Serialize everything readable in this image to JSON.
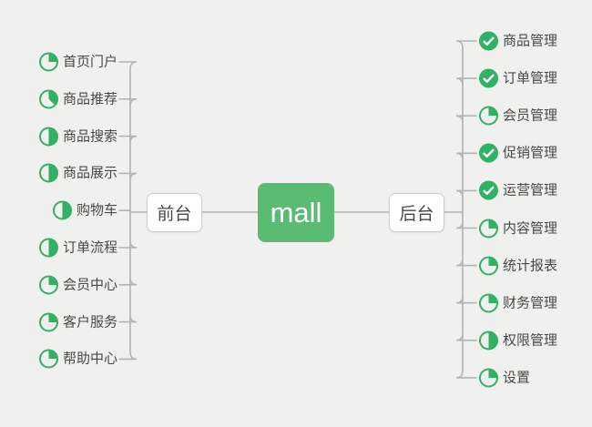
{
  "background": "#f0f0ee",
  "colors": {
    "root_bg": "#5abb73",
    "root_text": "#ffffff",
    "marker_green": "#31b163",
    "line_gray": "#b3b3b3",
    "text_dark": "#484848",
    "node_bg": "#ffffff",
    "node_border": "#cccccc"
  },
  "markers": {
    "quarter": 0.25,
    "three_oct": 0.375,
    "half": 0.5,
    "done": 1
  },
  "root": {
    "label": "mall"
  },
  "frontend": {
    "label": "前台",
    "items": [
      {
        "label": "首页门户",
        "marker": "quarter"
      },
      {
        "label": "商品推荐",
        "marker": "three_oct"
      },
      {
        "label": "商品搜索",
        "marker": "half"
      },
      {
        "label": "商品展示",
        "marker": "half"
      },
      {
        "label": "购物车",
        "marker": "half"
      },
      {
        "label": "订单流程",
        "marker": "half"
      },
      {
        "label": "会员中心",
        "marker": "quarter"
      },
      {
        "label": "客户服务",
        "marker": "quarter"
      },
      {
        "label": "帮助中心",
        "marker": "quarter"
      }
    ]
  },
  "backend": {
    "label": "后台",
    "items": [
      {
        "label": "商品管理",
        "marker": "done"
      },
      {
        "label": "订单管理",
        "marker": "done"
      },
      {
        "label": "会员管理",
        "marker": "quarter"
      },
      {
        "label": "促销管理",
        "marker": "done"
      },
      {
        "label": "运营管理",
        "marker": "done"
      },
      {
        "label": "内容管理",
        "marker": "quarter"
      },
      {
        "label": "统计报表",
        "marker": "quarter"
      },
      {
        "label": "财务管理",
        "marker": "quarter"
      },
      {
        "label": "权限管理",
        "marker": "half"
      },
      {
        "label": "设置",
        "marker": "quarter"
      }
    ]
  }
}
